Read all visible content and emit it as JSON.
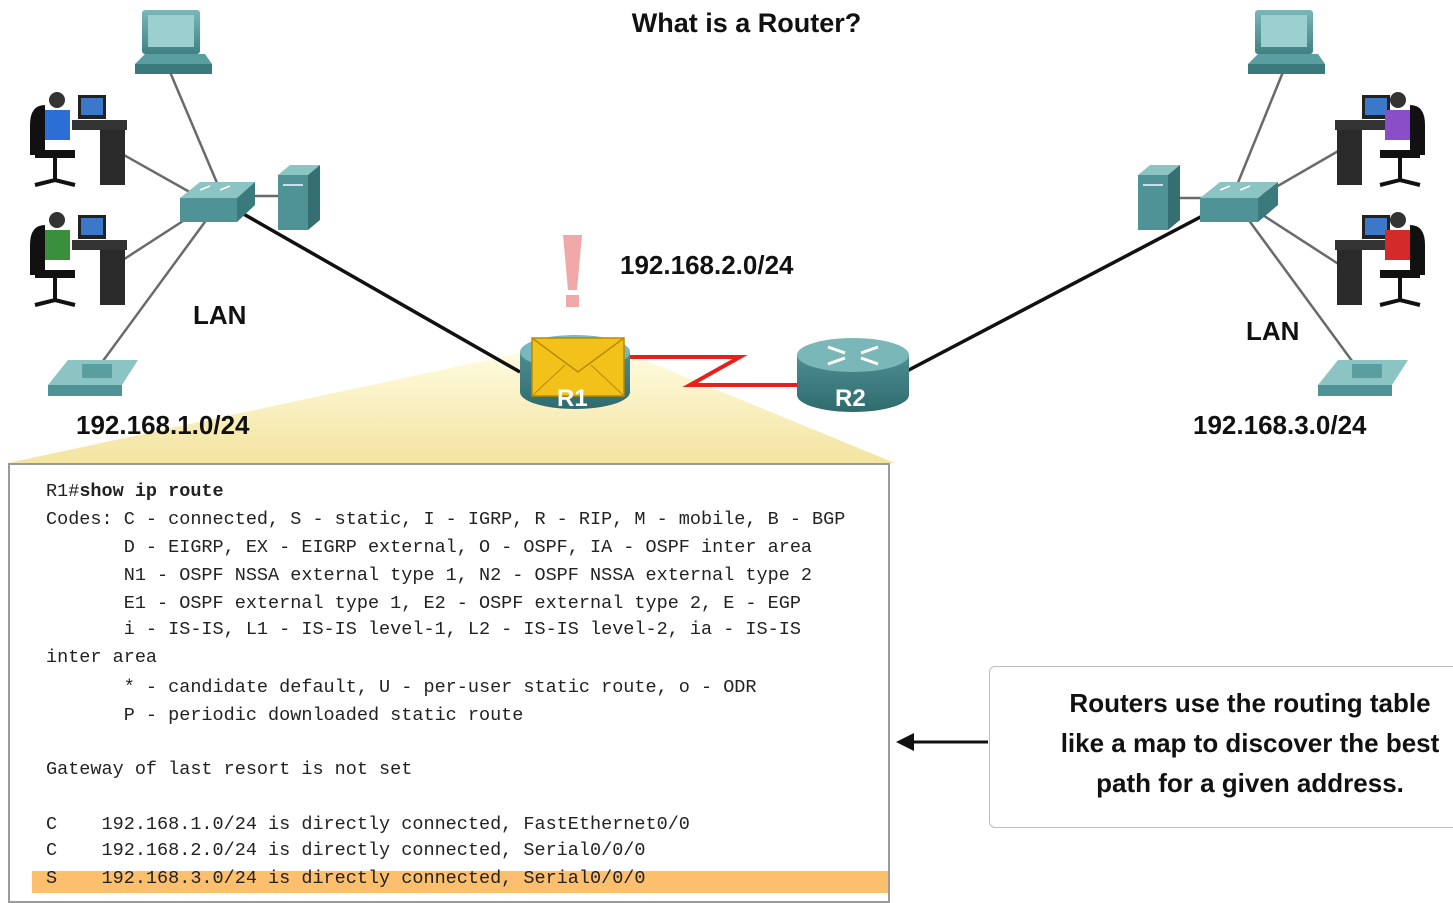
{
  "title": "What is a Router?",
  "networks": {
    "left_lan_label": "LAN",
    "left_subnet": "192.168.1.0/24",
    "wan_subnet": "192.168.2.0/24",
    "right_lan_label": "LAN",
    "right_subnet": "192.168.3.0/24"
  },
  "routers": {
    "r1": "R1",
    "r2": "R2"
  },
  "console": {
    "prompt": "R1#",
    "command": "show ip route",
    "lines": [
      "Codes: C - connected, S - static, I - IGRP, R - RIP, M - mobile, B - BGP",
      "       D - EIGRP, EX - EIGRP external, O - OSPF, IA - OSPF inter area",
      "       N1 - OSPF NSSA external type 1, N2 - OSPF NSSA external type 2",
      "       E1 - OSPF external type 1, E2 - OSPF external type 2, E - EGP",
      "       i - IS-IS, L1 - IS-IS level-1, L2 - IS-IS level-2, ia - IS-IS",
      "inter area",
      "       * - candidate default, U - per-user static route, o - ODR",
      "       P - periodic downloaded static route",
      "",
      "Gateway of last resort is not set",
      "",
      "C    192.168.1.0/24 is directly connected, FastEthernet0/0",
      "C    192.168.2.0/24 is directly connected, Serial0/0/0",
      "S    192.168.3.0/24 is directly connected, Serial0/0/0"
    ],
    "highlighted_line_index": 13
  },
  "callout": {
    "line1": "Routers use the routing table",
    "line2": "like a map to discover the best",
    "line3": "path for a given address."
  },
  "colors": {
    "device_teal": "#5b9ea0",
    "serial_link": "#e8201c",
    "highlight": "#fbbf6e",
    "envelope": "#f2c21b",
    "alert": "#f0a8a8"
  }
}
